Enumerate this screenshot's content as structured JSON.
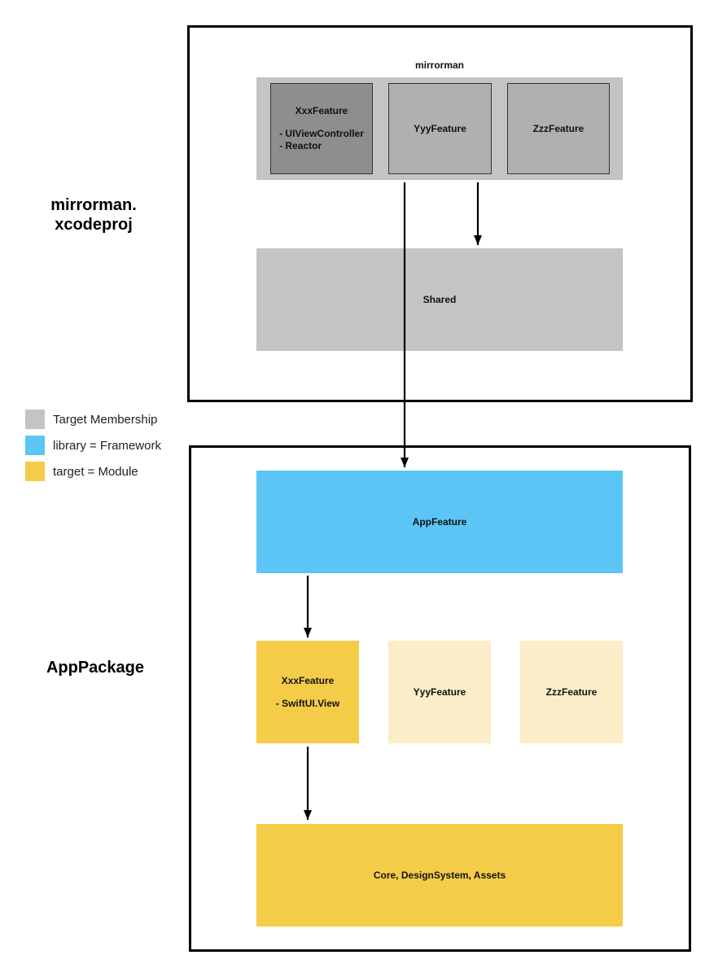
{
  "xcodeproj": {
    "label_line1": "mirrorman.",
    "label_line2": "xcodeproj",
    "target_title": "mirrorman",
    "features": [
      {
        "name": "XxxFeature",
        "lines": [
          "- UIViewController",
          "- Reactor"
        ]
      },
      {
        "name": "YyyFeature"
      },
      {
        "name": "ZzzFeature"
      }
    ],
    "shared": "Shared"
  },
  "legend": [
    {
      "label": "Target Membership",
      "color": "#c4c4c4"
    },
    {
      "label": "library = Framework",
      "color": "#5bc5f5"
    },
    {
      "label": "target = Module",
      "color": "#f5cc47"
    }
  ],
  "package": {
    "label": "AppPackage",
    "app_feature": "AppFeature",
    "features": [
      {
        "name": "XxxFeature",
        "lines": [
          "- SwiftUI.View"
        ]
      },
      {
        "name": "YyyFeature"
      },
      {
        "name": "ZzzFeature"
      }
    ],
    "core": "Core, DesignSystem, Assets"
  },
  "colors": {
    "target_bg": "#c4c4c4",
    "feature_dark": "#8e8e8e",
    "feature_mid": "#b0b0b0",
    "framework": "#5bc5f5",
    "module": "#f5cc47",
    "module_light": "#fbedc8"
  }
}
